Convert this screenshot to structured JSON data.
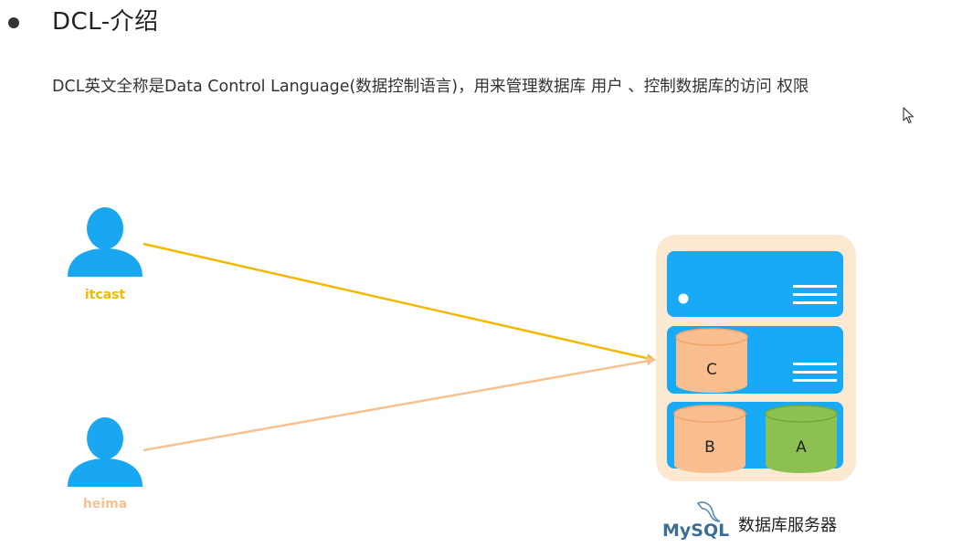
{
  "heading": "DCL-介绍",
  "description": "DCL英文全称是Data Control Language(数据控制语言)，用来管理数据库 用户 、控制数据库的访问 权限",
  "users": [
    {
      "name": "itcast",
      "color": "#f5b800"
    },
    {
      "name": "heima",
      "color": "#f7c192"
    }
  ],
  "databases": [
    "C",
    "B",
    "A"
  ],
  "logo_text": "MySQL",
  "server_caption": "数据库服务器",
  "colors": {
    "user_icon": "#1aa7f2",
    "server_frame": "#fde8d2",
    "server_unit": "#19aaf7",
    "db_orange": "#f8be8f",
    "db_green": "#8cc152",
    "arrow_itcast": "#f5b800",
    "arrow_heima": "#f7c192"
  }
}
